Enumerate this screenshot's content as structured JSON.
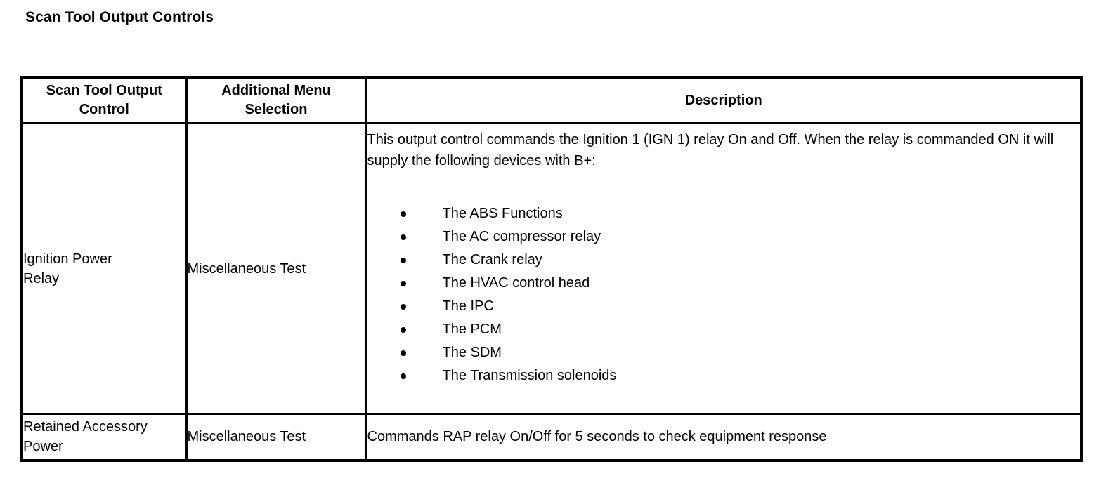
{
  "page": {
    "title": "Scan Tool Output Controls"
  },
  "table": {
    "headers": {
      "control": {
        "line1": "Scan Tool Output",
        "line2": "Control"
      },
      "menu": {
        "line1": "Additional Menu",
        "line2": "Selection"
      },
      "description": "Description"
    },
    "rows": [
      {
        "control": {
          "line1": "Ignition Power",
          "line2": "Relay"
        },
        "menu": "Miscellaneous Test",
        "description": {
          "paragraph": "This output control commands the Ignition 1 (IGN 1) relay On and Off. When the relay is commanded ON it will supply the following devices with B+:",
          "bullets": [
            "The ABS Functions",
            "The AC compressor relay",
            "The Crank relay",
            "The HVAC control head",
            "The IPC",
            "The PCM",
            "The SDM",
            "The Transmission solenoids"
          ]
        }
      },
      {
        "control": {
          "line1": "Retained Accessory",
          "line2": "Power"
        },
        "menu": "Miscellaneous Test",
        "description": {
          "paragraph": "Commands RAP relay On/Off for 5 seconds to check equipment response",
          "bullets": []
        }
      }
    ]
  },
  "colors": {
    "background": "#ffffff",
    "text": "#000000",
    "border": "#000000"
  }
}
